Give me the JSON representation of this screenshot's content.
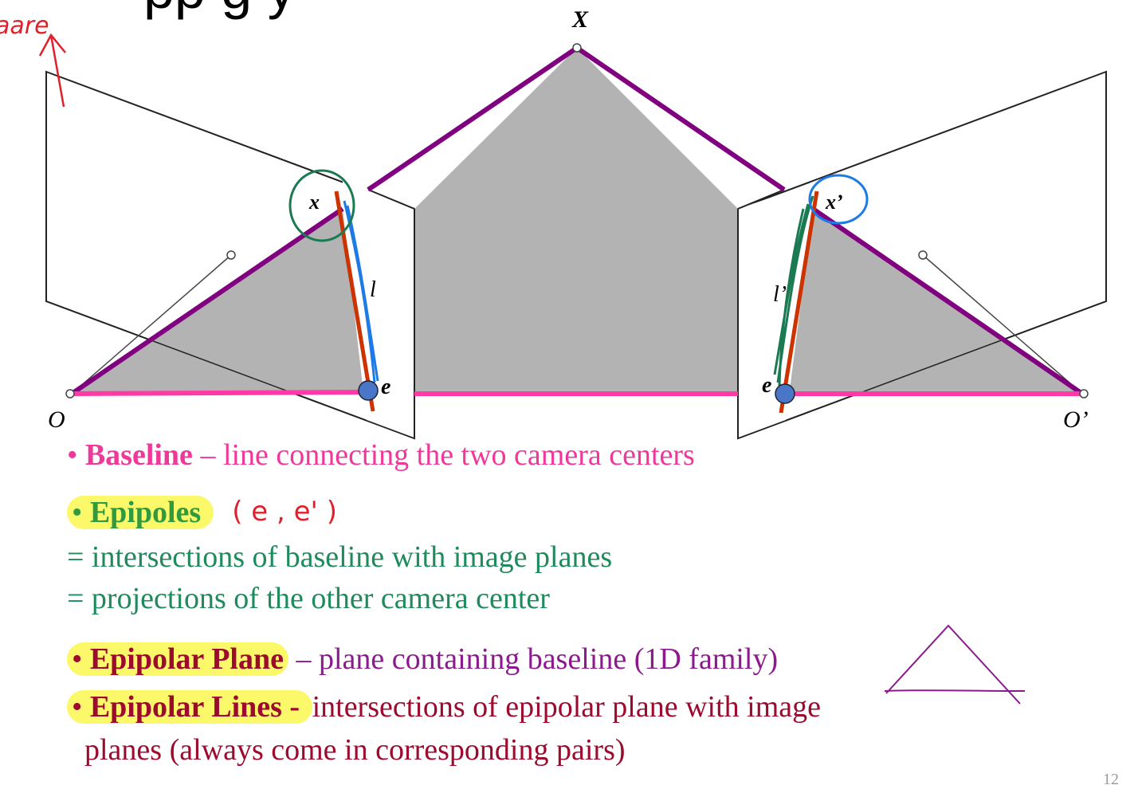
{
  "diagram": {
    "point_X": "X",
    "point_x": "x",
    "point_x_prime": "x’",
    "line_l": "l",
    "line_l_prime": "l’",
    "epipole_e_left": "e",
    "epipole_e_right": "e",
    "center_O": "O",
    "center_O_prime": "O’",
    "corner_scribble": "aare"
  },
  "colors": {
    "plane_fill": "#b3b3b3",
    "epipolar_plane_edge": "#800080",
    "baseline": "#ff3aa6",
    "epipolar_line": "#cc3300",
    "annotation_green": "#1a7a52",
    "annotation_blue": "#1e7be6",
    "highlight": "#fbf86a"
  },
  "bullets": {
    "baseline": {
      "term": "Baseline",
      "desc": " – line connecting the two camera centers"
    },
    "epipoles": {
      "term": "Epipoles",
      "note": "( e , e' )",
      "line1": "= intersections of baseline with image planes",
      "line2": "= projections of the other camera center"
    },
    "plane": {
      "term": "Epipolar Plane",
      "desc": " – plane containing baseline (1D family)"
    },
    "lines": {
      "term": "Epipolar Lines - ",
      "desc": "intersections of epipolar plane with image",
      "desc2": "planes (always come in corresponding pairs)"
    }
  },
  "page_number": "12"
}
